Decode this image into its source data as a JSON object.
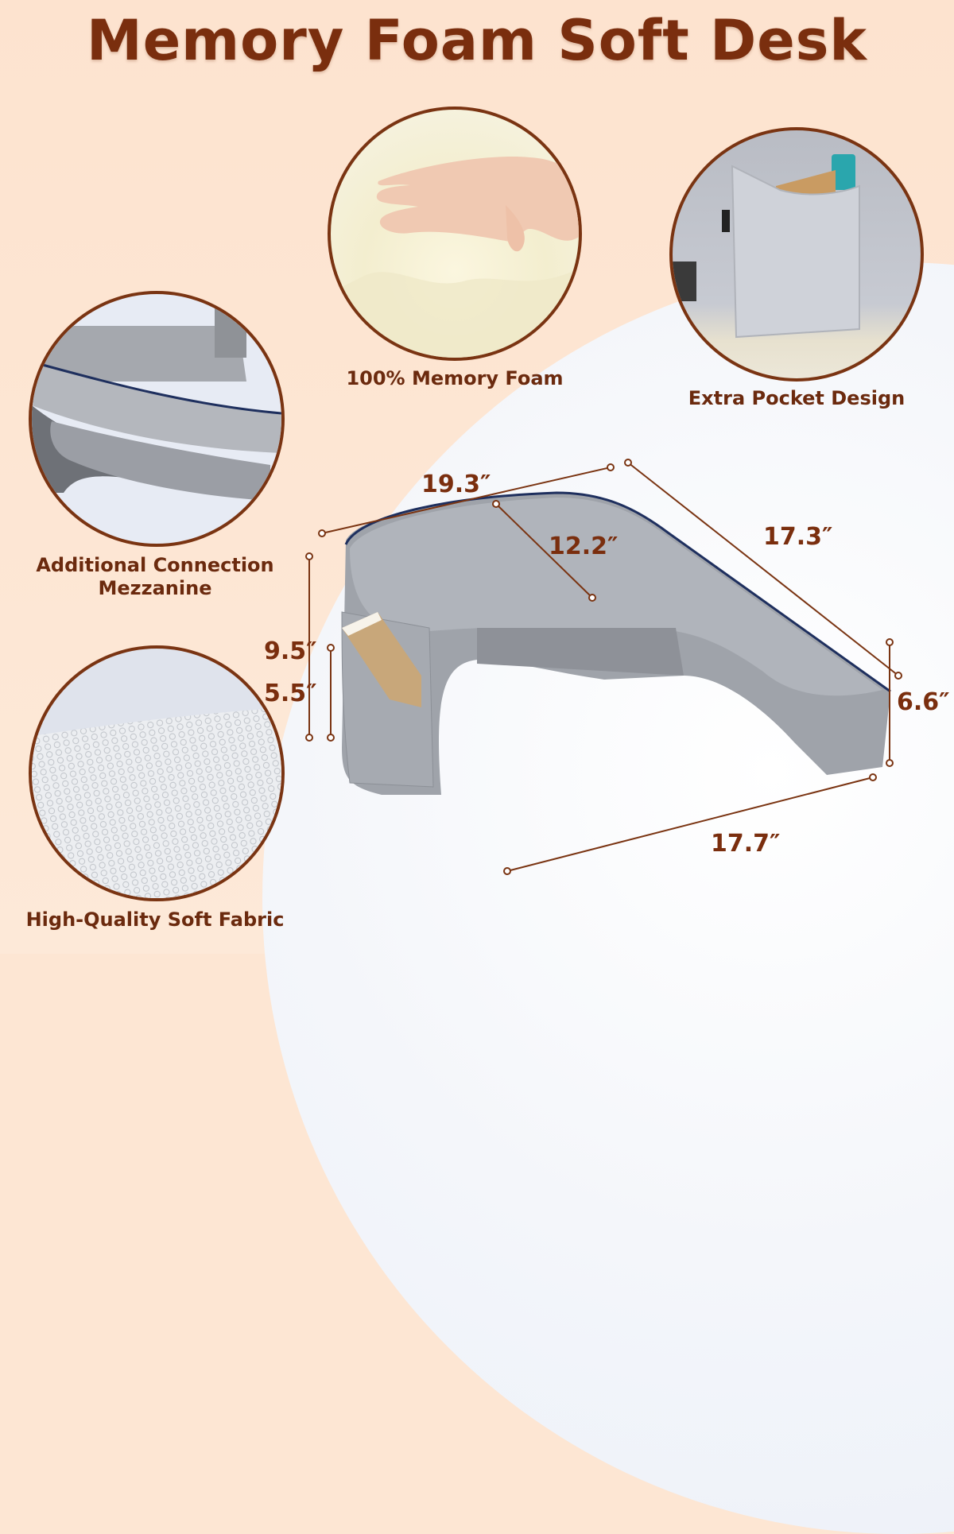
{
  "title": "Memory Foam Soft Desk",
  "colors": {
    "title": "#7a2e0e",
    "label": "#6b2a0e",
    "circle_border": "#7a3412",
    "background_peach": "#fde6d3",
    "background_light": "#eef2f9",
    "product_gray": "#9da1a8",
    "piping_navy": "#1e2f5e"
  },
  "features": [
    {
      "id": "memory-foam",
      "label": "100% Memory Foam",
      "image": "hand-on-memory-foam"
    },
    {
      "id": "pocket",
      "label": "Extra Pocket Design",
      "image": "side-pocket-with-book-and-console"
    },
    {
      "id": "mezzanine",
      "label": "Additional Connection Mezzanine",
      "label_line1": "Additional Connection",
      "label_line2": "Mezzanine",
      "image": "connection-mezzanine-closeup"
    },
    {
      "id": "fabric",
      "label": "High-Quality Soft Fabric",
      "image": "honeycomb-fabric-closeup"
    }
  ],
  "dimensions": {
    "top_width": "19.3″",
    "depth": "17.3″",
    "inner_depth": "12.2″",
    "total_height": "9.5″",
    "pocket_height": "5.5″",
    "leg_height": "6.6″",
    "bottom_length": "17.7″"
  }
}
